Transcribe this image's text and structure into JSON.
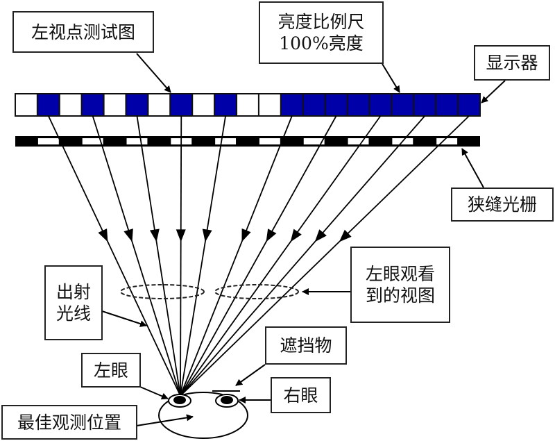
{
  "colors": {
    "pixel_blue": "#0000a8",
    "pixel_blue_bright": "#0010d0",
    "stroke": "#000000",
    "background": "#ffffff"
  },
  "labels": {
    "left_view_test_image": "左视点测试图",
    "brightness_scale_line1": "亮度比例尺",
    "brightness_scale_line2": "100%亮度",
    "display": "显示器",
    "slit_grating": "狭缝光栅",
    "left_eye_view_line1": "左眼观看",
    "left_eye_view_line2": "到的视图",
    "outgoing_rays_line1": "出射",
    "outgoing_rays_line2": "光线",
    "blocker": "遮挡物",
    "left_eye": "左眼",
    "right_eye": "右眼",
    "best_viewing_position": "最佳观测位置"
  },
  "display_cells": [
    "white",
    "blue",
    "white",
    "blue",
    "white",
    "blue",
    "white",
    "blue",
    "white",
    "blue",
    "white",
    "white",
    "blue",
    "blue",
    "blue",
    "blue",
    "blue",
    "blue",
    "blue",
    "blue",
    "blue"
  ],
  "grating_pattern": [
    "black",
    "white",
    "black",
    "white",
    "black",
    "white",
    "black",
    "white",
    "black",
    "white",
    "black",
    "white",
    "black",
    "white",
    "black",
    "white",
    "black",
    "white",
    "black",
    "white",
    "black"
  ],
  "ray_source_cells": [
    1,
    3,
    5,
    7,
    9,
    12,
    14,
    16,
    18,
    20
  ]
}
